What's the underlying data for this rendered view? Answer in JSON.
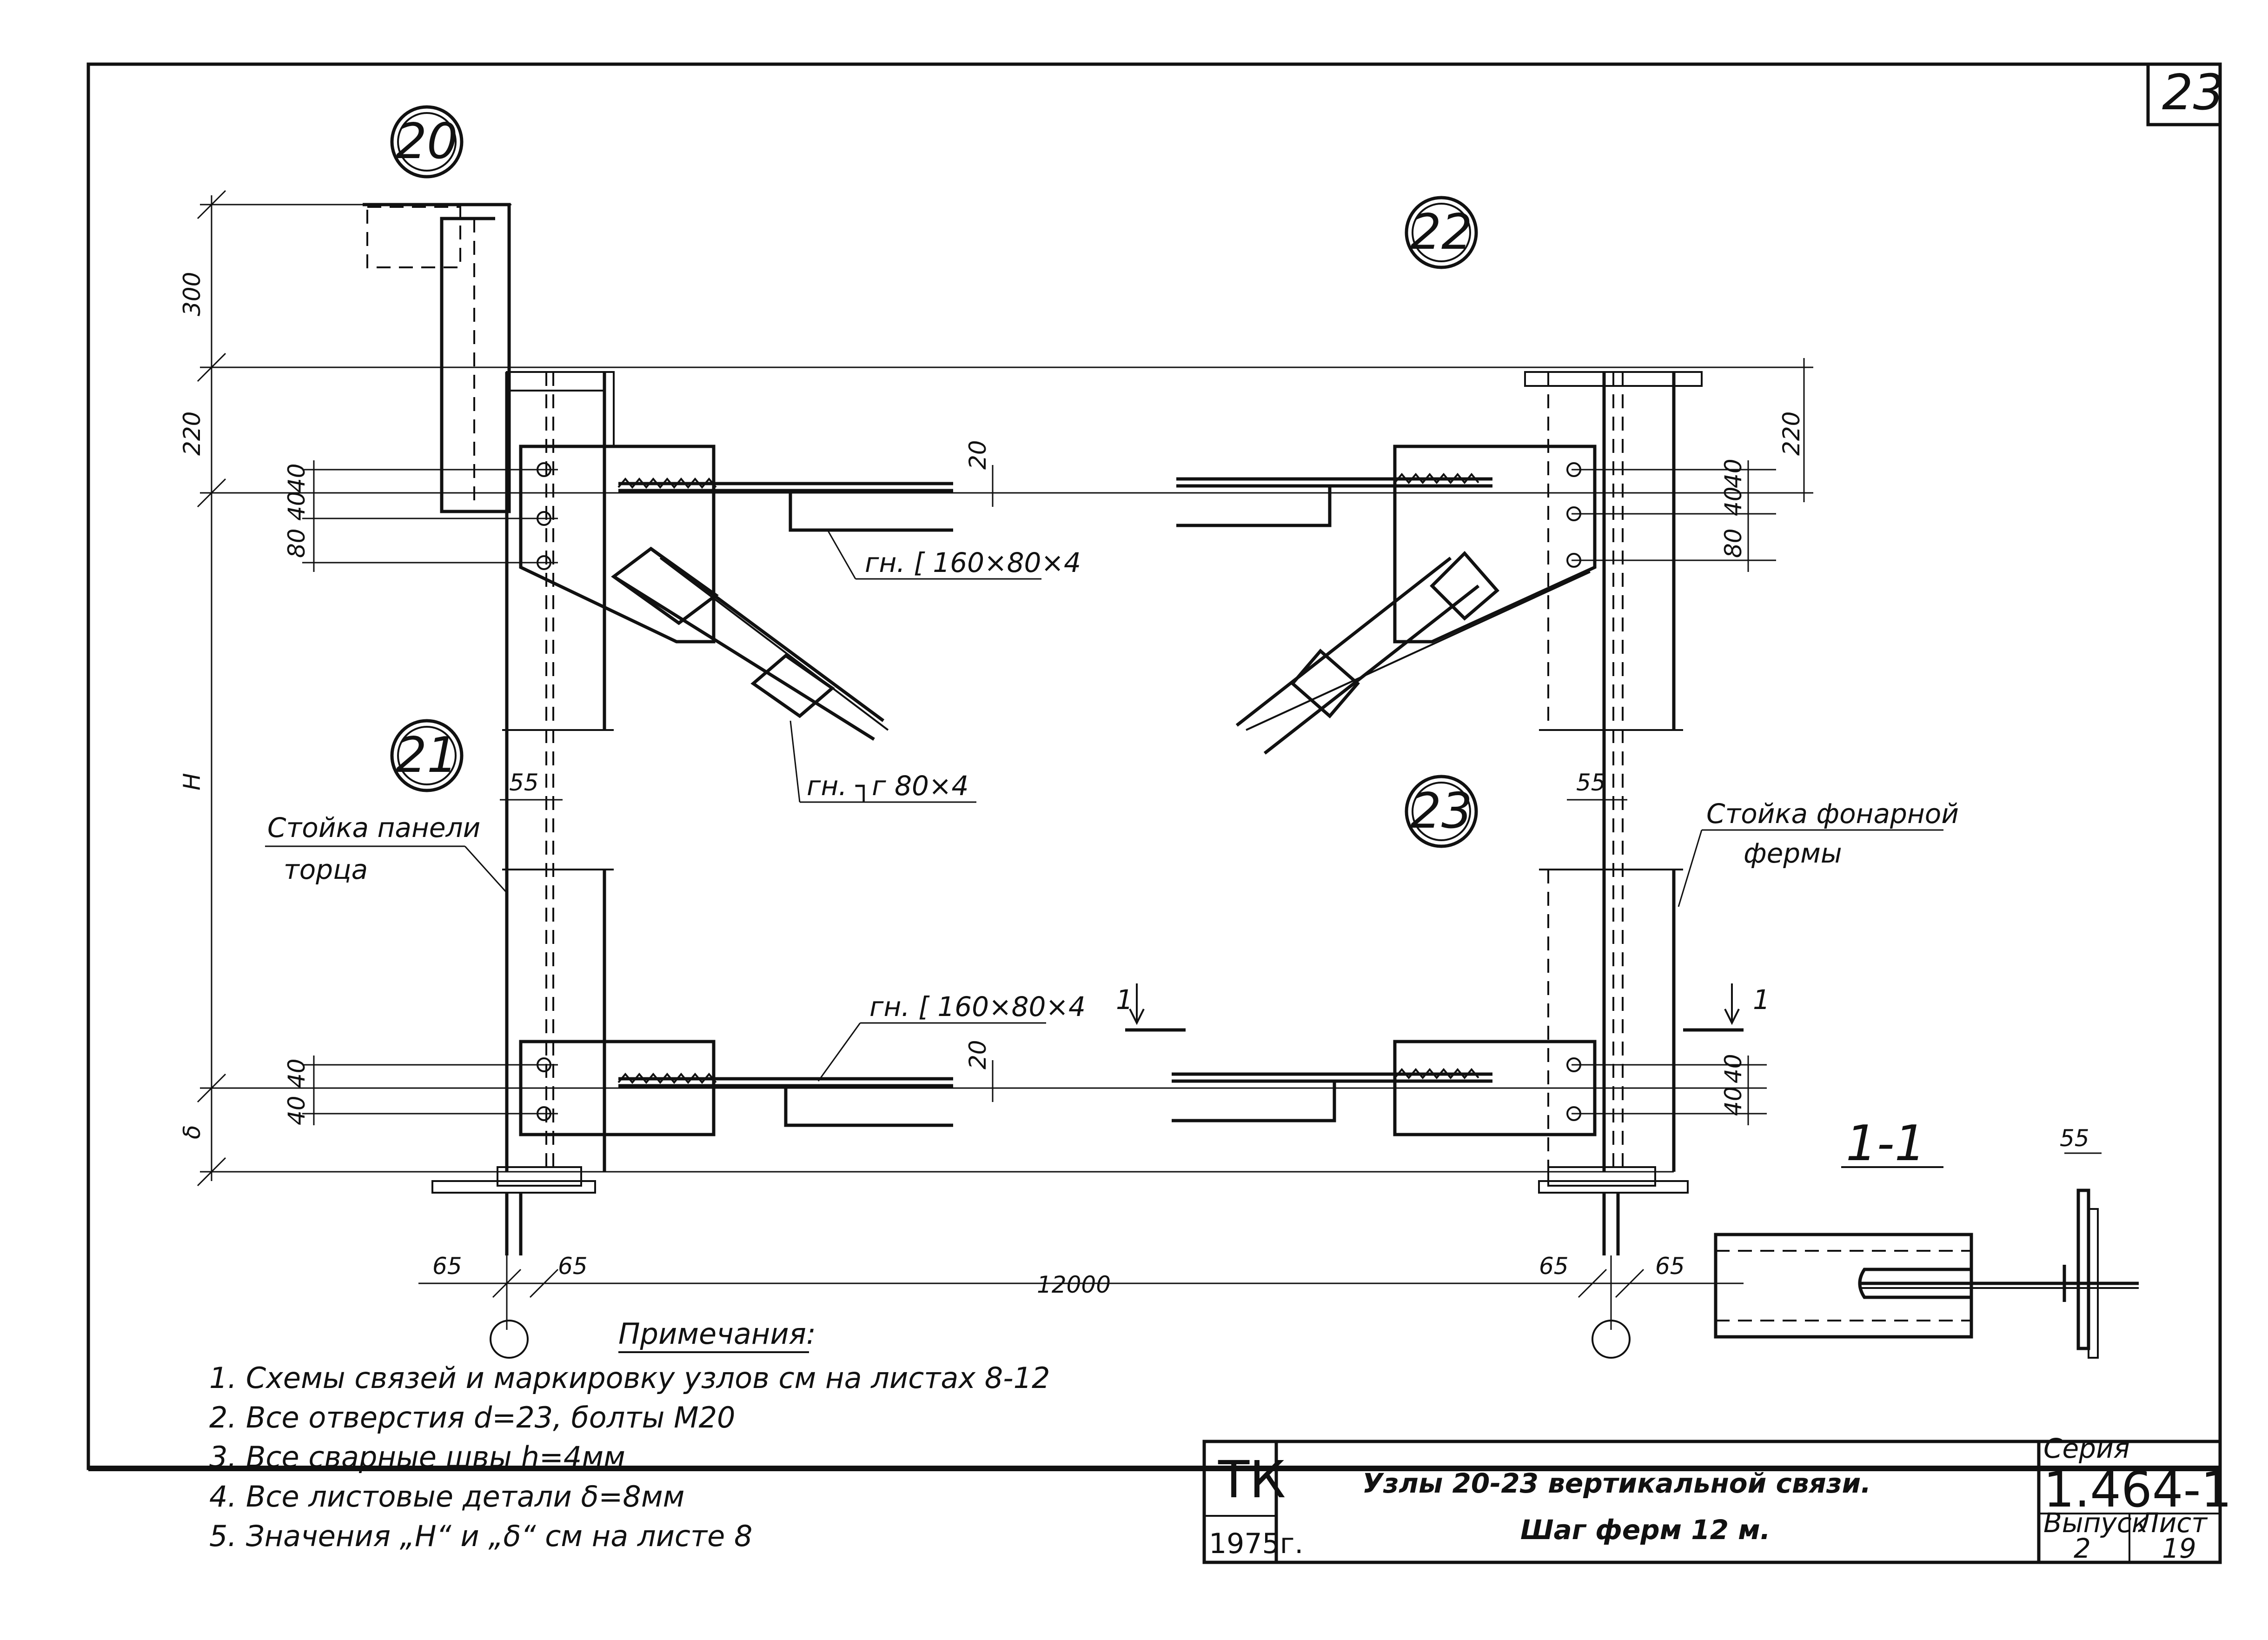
{
  "sheet_number": "23",
  "node_labels": [
    "20",
    "21",
    "22",
    "23"
  ],
  "dimensions": {
    "d300": "300",
    "d220_left": "220",
    "d220_right": "220",
    "d40_a": "40",
    "d40_b": "40",
    "d80": "80",
    "H": "H",
    "delta": "δ",
    "d40_c": "40",
    "d40_d": "40",
    "d20_top": "20",
    "d20_bot": "20",
    "d55_left": "55",
    "d55_right": "55",
    "d55_section": "55",
    "d65_1": "65",
    "d65_2": "65",
    "d65_3": "65",
    "d65_4": "65",
    "span": "12000",
    "r40_a": "40",
    "r40_b": "40",
    "r80": "80",
    "r40_c": "40",
    "r40_d": "40"
  },
  "labels": {
    "channel_top": "гн. [ 160×80×4",
    "angle": "гн. ┐г 80×4",
    "channel_bottom": "гн. [ 160×80×4",
    "post_left_line1": "Стойка панели",
    "post_left_line2": "торца",
    "post_right_line1": "Стойка фонарной",
    "post_right_line2": "фермы",
    "section_mark_left": "1",
    "section_mark_right": "1",
    "section_title": "1-1"
  },
  "notes": {
    "title": "Примечания:",
    "items": [
      "1. Схемы связей и маркировку узлов см на листах 8-12",
      "2. Все отверстия d=23, болты М20",
      "3. Все сварные швы h=4мм",
      "4. Все листовые детали δ=8мм",
      "5. Значения „H“ и „δ“ см на листе 8"
    ]
  },
  "title_block": {
    "org": "ТК",
    "year": "1975г.",
    "title_line1": "Узлы 20-23 вертикальной связи.",
    "title_line2": "Шаг ферм 12 м.",
    "series_label": "Серия",
    "series_value": "1.464-1",
    "issue_label": "Выпуск",
    "issue_value": "2",
    "sheet_label": "Лист",
    "sheet_value": "19"
  }
}
